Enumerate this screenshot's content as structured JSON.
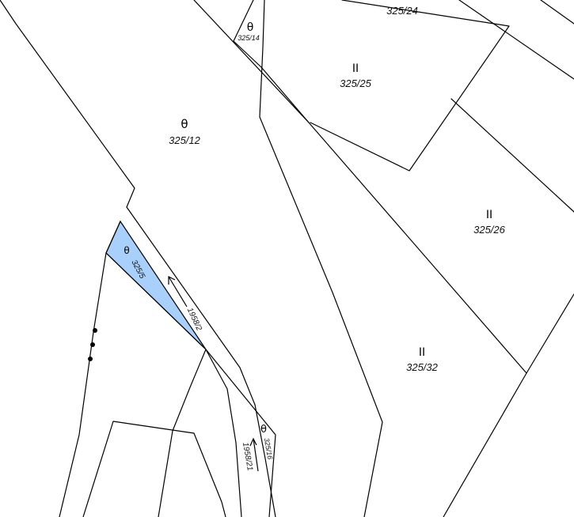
{
  "map": {
    "colors": {
      "background": "#ffffff",
      "line": "#000000",
      "highlight_fill": "#a9d0fb",
      "highlight_stroke": "#2a5c9a"
    },
    "parcels": [
      {
        "id": "p325_24",
        "number": "325/24",
        "symbol": ""
      },
      {
        "id": "p325_14",
        "number": "325/14",
        "symbol": "θ"
      },
      {
        "id": "p325_25",
        "number": "325/25",
        "symbol": "II"
      },
      {
        "id": "p325_12",
        "number": "325/12",
        "symbol": "θ"
      },
      {
        "id": "p325_26",
        "number": "325/26",
        "symbol": "II"
      },
      {
        "id": "p325_5",
        "number": "325/5",
        "symbol": "θ",
        "selected": true
      },
      {
        "id": "p325_32",
        "number": "325/32",
        "symbol": "II"
      },
      {
        "id": "p325_16",
        "number": "325/16",
        "symbol": "θ"
      }
    ],
    "roads": [
      {
        "id": "r1958_2",
        "number": "1958/2"
      },
      {
        "id": "r1958_21",
        "number": "1958/21"
      }
    ]
  }
}
